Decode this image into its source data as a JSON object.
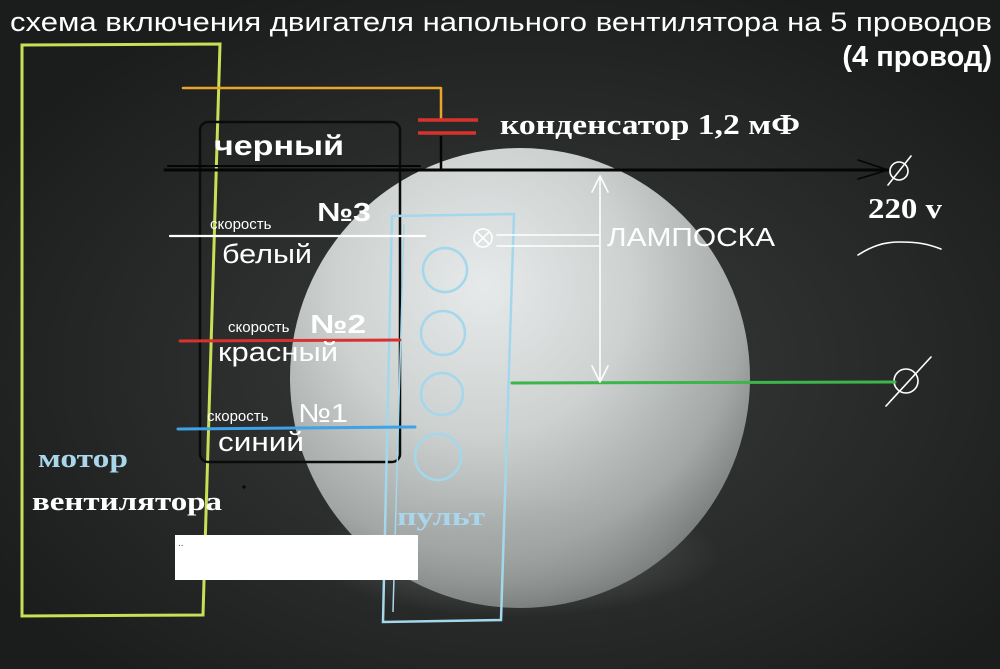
{
  "title": "схема включения двигателя напольного вентилятора на 5 проводов",
  "subtitle": "(4 провод)",
  "capacitor": {
    "label": "конденсатор 1,2 мФ",
    "color": "#d9322e"
  },
  "wires": {
    "orange": {
      "color": "#e9a52b"
    },
    "black": {
      "label": "черный",
      "color": "#050505"
    },
    "white": {
      "label": "белый",
      "speed_label": "скорость",
      "speed_number": "№3",
      "color": "#ffffff"
    },
    "red": {
      "label": "красный",
      "speed_label": "скорость",
      "speed_number": "№2",
      "color": "#d9322e"
    },
    "blue": {
      "label": "синий",
      "speed_label": "скорость",
      "speed_number": "№1",
      "color": "#3fa2e6"
    },
    "green": {
      "color": "#3cb54b"
    }
  },
  "power": {
    "label": "220 v"
  },
  "lamp": {
    "label": "ЛАМПОСКА"
  },
  "motor": {
    "label_line1": "мотор",
    "label_line2": "вентилятора",
    "outline_color": "#c8df56",
    "label_line1_color": "#a9d6ea"
  },
  "remote": {
    "label": "пульт",
    "outline_color": "#a3d8ec",
    "label_color": "#a9d6ea"
  },
  "connector": {
    "outline_color": "#0b0b0b"
  },
  "placeholder_box": {
    "text": ".."
  }
}
